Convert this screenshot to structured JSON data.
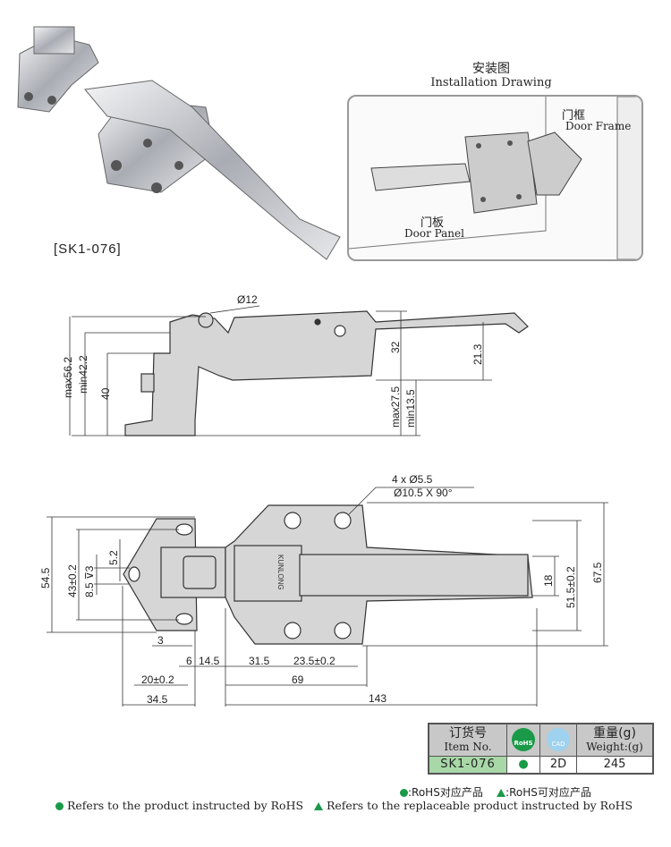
{
  "product": {
    "code_label": "[SK1-076]"
  },
  "installation": {
    "title_cn": "安装图",
    "title_en": "Installation Drawing",
    "door_frame_cn": "门框",
    "door_frame_en": "Door Frame",
    "door_panel_cn": "门板",
    "door_panel_en": "Door Panel"
  },
  "side_view": {
    "d12": "Ø12",
    "max56_2": "max56.2",
    "min42_2": "min42.2",
    "d40": "40",
    "d32": "32",
    "d21_3": "21.3",
    "max27_5": "max27.5",
    "min13_5": "min13.5"
  },
  "top_view": {
    "holes": "4 x Ø5.5",
    "countersink": "Ø10.5 X 90°",
    "d54_5": "54.5",
    "d43": "43±0.2",
    "d8_5": "8.5 ⊽3",
    "d5_2": "5.2",
    "d18": "18",
    "d51_5": "51.5±0.2",
    "d67_5": "67.5",
    "d3": "3",
    "d6": "6",
    "d14_5": "14.5",
    "d31_5": "31.5",
    "d23_5": "23.5±0.2",
    "d20": "20±0.2",
    "d69": "69",
    "d34_5": "34.5",
    "d143": "143",
    "brand_mark": "KUNLONG"
  },
  "spec_table": {
    "item_cn": "订货号",
    "item_en": "Item No.",
    "rohs_icon_text": "RoHS",
    "cad_icon_text": "CAD",
    "weight_cn": "重量(g)",
    "weight_en": "Weight:(g)",
    "row": {
      "item": "SK1-076",
      "rohs": "●",
      "cad": "2D",
      "weight": "245"
    }
  },
  "legend": {
    "rohs_cn": ":RoHS对应产品",
    "replaceable_cn": ":RoHS可对应产品",
    "rohs_en": "Refers to the product instructed by RoHS",
    "replaceable_en": "Refers to the replaceable product instructed by RoHS"
  },
  "colors": {
    "green": "#1a9a48",
    "table_header": "#c8c8c8",
    "item_cell": "#a8d8a8"
  }
}
